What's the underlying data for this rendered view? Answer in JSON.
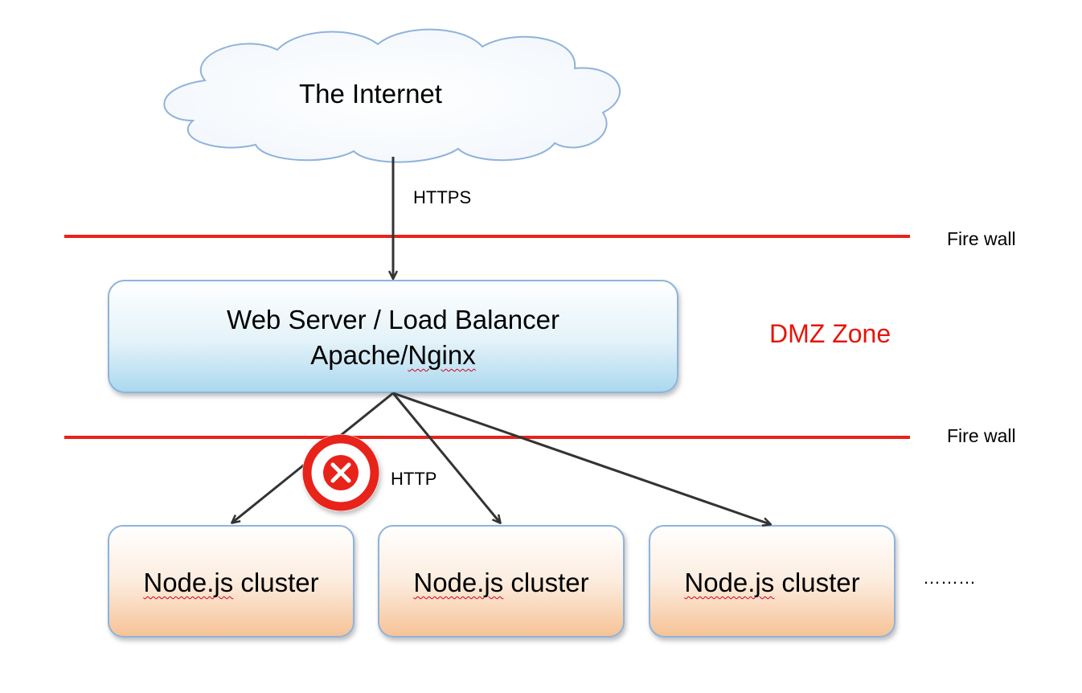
{
  "internet": {
    "label": "The Internet"
  },
  "links": {
    "https": "HTTPS",
    "http": "HTTP"
  },
  "firewalls": {
    "top": "Fire wall",
    "bottom": "Fire wall"
  },
  "zone": {
    "label": "DMZ Zone",
    "color": "#e8140c"
  },
  "web_server": {
    "line1": "Web Server / Load Balancer",
    "line2_part1": "Apache/",
    "line2_part2": "Nginx"
  },
  "nodes": [
    {
      "prefix": "Node.",
      "emph": "js",
      "suffix": " cluster"
    },
    {
      "prefix": "Node.",
      "emph": "js",
      "suffix": " cluster"
    },
    {
      "prefix": "Node.",
      "emph": "js",
      "suffix": " cluster"
    }
  ],
  "ellipsis": "………",
  "blocked_icon": "blocked-x-icon",
  "colors": {
    "firewall_line": "#e8231a",
    "blocked_ring": "#e8231a",
    "arrow": "#333333",
    "server_fill": "#bfe3f2",
    "node_fill": "#f6c9a4",
    "box_border": "#8db4dc"
  }
}
